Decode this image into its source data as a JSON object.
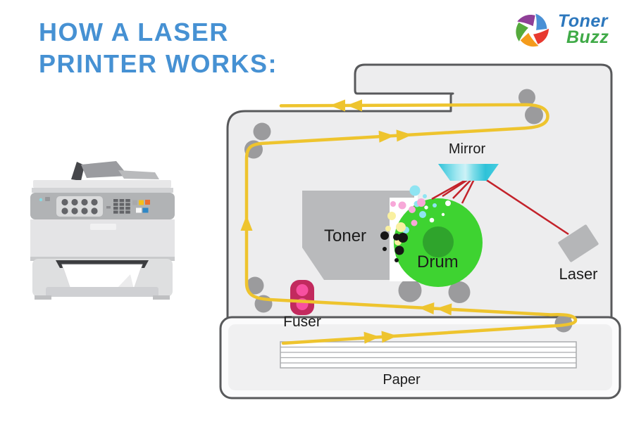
{
  "title": {
    "line1": "HOW A LASER",
    "line2": "PRINTER WORKS:"
  },
  "logo": {
    "word1": "Toner",
    "word2": "Buzz"
  },
  "labels": {
    "mirror": "Mirror",
    "toner": "Toner",
    "drum": "Drum",
    "laser": "Laser",
    "fuser": "Fuser",
    "paper": "Paper"
  },
  "colors": {
    "title-blue": "#4691d3",
    "label-black": "#1c1c1c",
    "path-yellow": "#eec42e",
    "drum-green": "#3ed331",
    "drum-core-green": "#2fa42c",
    "beam-red": "#c3222a",
    "mirror-cyan": "#2ec2d8",
    "mirror-cyan-light": "#cdf2f7",
    "fuser-magenta": "#c22a5e",
    "fuser-pink": "#f750a0",
    "body-gray": "#ededee",
    "outline-gray": "#58595b",
    "roller-gray": "#9b9b9d",
    "toner-gray": "#b9babc",
    "laser-gray": "#b5b6b8",
    "tray-inner-gray": "#f0f0f1",
    "paper-line-gray": "#a9abad",
    "logo-blue": "#2c77bd",
    "logo-green": "#3faa47",
    "dot-cyan": "#8fe4f2",
    "dot-pink": "#f7a8d8",
    "dot-yellow": "#f9f0a0",
    "dot-black": "#161616"
  }
}
